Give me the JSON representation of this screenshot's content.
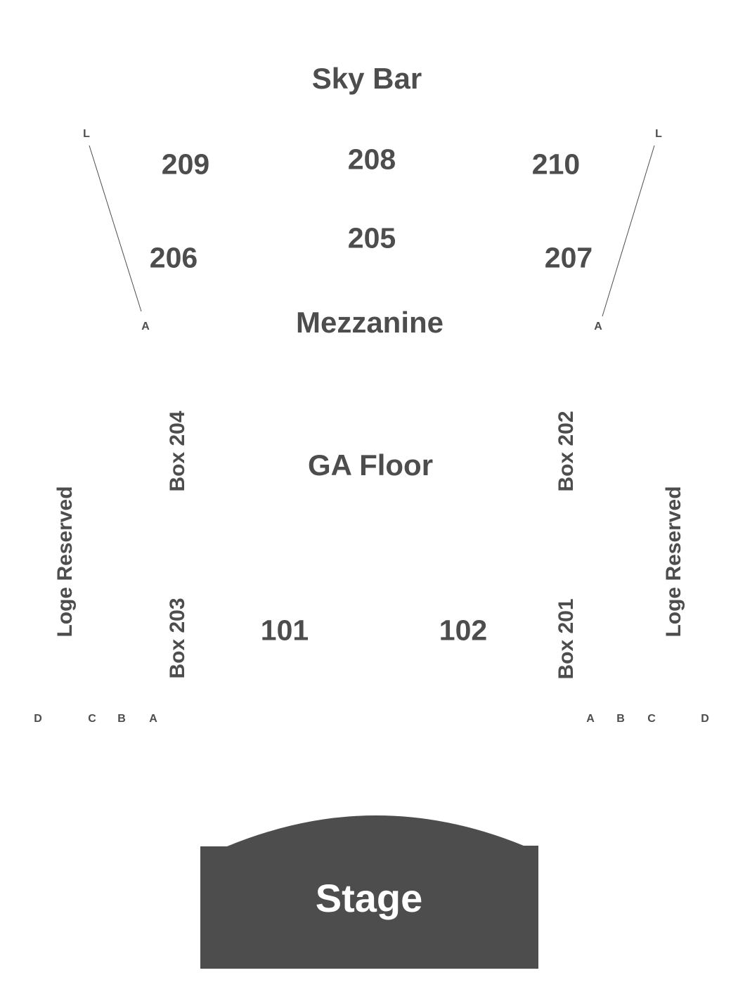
{
  "sections": {
    "sky_bar": "Sky Bar",
    "mezzanine": "Mezzanine",
    "ga_floor": "GA Floor",
    "stage": "Stage",
    "s209": "209",
    "s208": "208",
    "s210": "210",
    "s206": "206",
    "s205": "205",
    "s207": "207",
    "s101": "101",
    "s102": "102",
    "box204": "Box 204",
    "box203": "Box 203",
    "box202": "Box 202",
    "box201": "Box 201",
    "loge_left": "Loge Reserved",
    "loge_right": "Loge Reserved"
  },
  "rows": {
    "upper_left_top": "L",
    "upper_left_bottom": "A",
    "upper_right_top": "L",
    "upper_right_bottom": "A",
    "left": [
      "D",
      "C",
      "B",
      "A"
    ],
    "right": [
      "A",
      "B",
      "C",
      "D"
    ]
  },
  "colors": {
    "text": "#4d4d4d",
    "stage_fill": "#4d4d4d",
    "stage_text": "#ffffff",
    "background": "#ffffff"
  }
}
